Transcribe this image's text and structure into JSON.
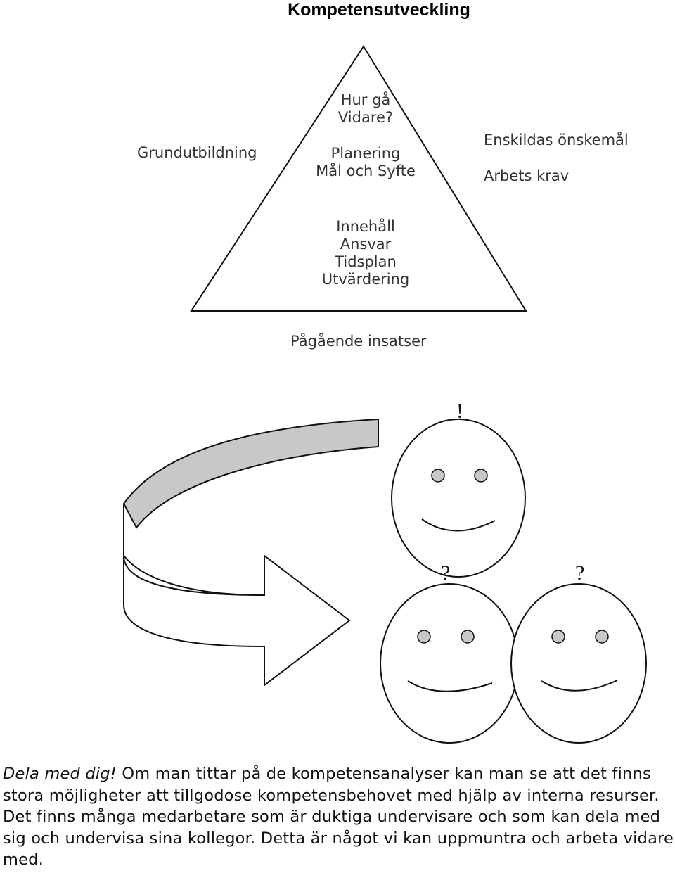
{
  "title": "Kompetensutveckling",
  "pyramid": {
    "apex_text": [
      "Hur gå",
      "Vidare?"
    ],
    "middle_text": [
      "Planering",
      "Mål och Syfte"
    ],
    "base_text": [
      "Innehåll",
      "Ansvar",
      "Tidsplan",
      "Utvärdering"
    ],
    "left_label": "Grundutbildning",
    "right_labels": [
      "Enskildas önskemål",
      "Arbets krav"
    ],
    "bottom_label": "Pågående insatser"
  },
  "marks": {
    "exclamation": "!",
    "question_left": "?",
    "question_right": "?"
  },
  "paragraph": {
    "lead": "Dela med dig!",
    "body": " Om man tittar på de kompetensanalyser kan man se att det finns stora möjligheter att tillgodose kompetensbehovet med hjälp av interna resurser. Det finns många medarbetare som är duktiga undervisare och som kan dela med sig och undervisa sina kollegor. Detta är något vi kan uppmuntra och arbeta vidare med."
  }
}
